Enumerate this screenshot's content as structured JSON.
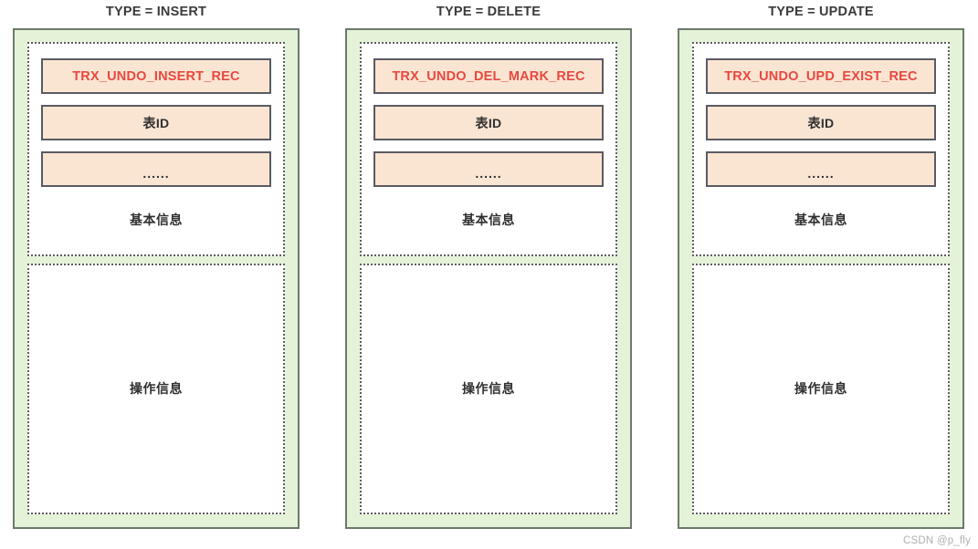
{
  "diagram": {
    "watermark": "CSDN @p_fly",
    "columns": [
      {
        "title": "TYPE = INSERT",
        "basic_section": {
          "fields": [
            {
              "label": "TRX_UNDO_INSERT_REC",
              "style": "type-name"
            },
            {
              "label": "表ID",
              "style": "plain"
            },
            {
              "label": "......",
              "style": "dots"
            }
          ],
          "caption": "基本信息"
        },
        "ops_section": {
          "caption": "操作信息"
        }
      },
      {
        "title": "TYPE = DELETE",
        "basic_section": {
          "fields": [
            {
              "label": "TRX_UNDO_DEL_MARK_REC",
              "style": "type-name"
            },
            {
              "label": "表ID",
              "style": "plain"
            },
            {
              "label": "......",
              "style": "dots"
            }
          ],
          "caption": "基本信息"
        },
        "ops_section": {
          "caption": "操作信息"
        }
      },
      {
        "title": "TYPE = UPDATE",
        "basic_section": {
          "fields": [
            {
              "label": "TRX_UNDO_UPD_EXIST_REC",
              "style": "type-name"
            },
            {
              "label": "表ID",
              "style": "plain"
            },
            {
              "label": "......",
              "style": "dots"
            }
          ],
          "caption": "基本信息"
        },
        "ops_section": {
          "caption": "操作信息"
        }
      }
    ],
    "colors": {
      "panel_fill": "#e4f2d8",
      "panel_border": "#6b7a6b",
      "field_fill": "#fae5d3",
      "field_border": "#5a5a62",
      "section_border": "#5e5e5e",
      "type_name_text": "#e8483f",
      "body_text": "#2f2f2f",
      "watermark_text": "#b0b0b0"
    }
  }
}
